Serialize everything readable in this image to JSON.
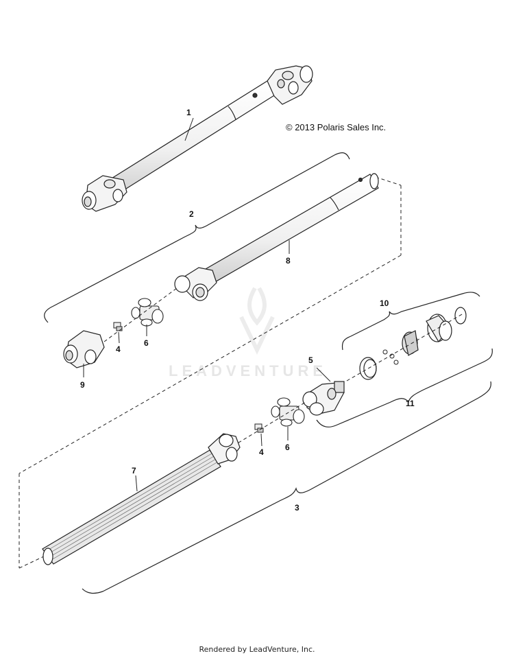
{
  "copyright": "© 2013 Polaris Sales Inc.",
  "footer": "Rendered by LeadVenture, Inc.",
  "watermark": "LEADVENTURE",
  "callouts": {
    "c1": "1",
    "c2": "2",
    "c3": "3",
    "c4a": "4",
    "c4b": "4",
    "c5": "5",
    "c6a": "6",
    "c6b": "6",
    "c7": "7",
    "c8": "8",
    "c9": "9",
    "c10": "10",
    "c11": "11"
  },
  "colors": {
    "line": "#222222",
    "shade": "#d8d8d8",
    "watermark": "#e6e6e6"
  }
}
